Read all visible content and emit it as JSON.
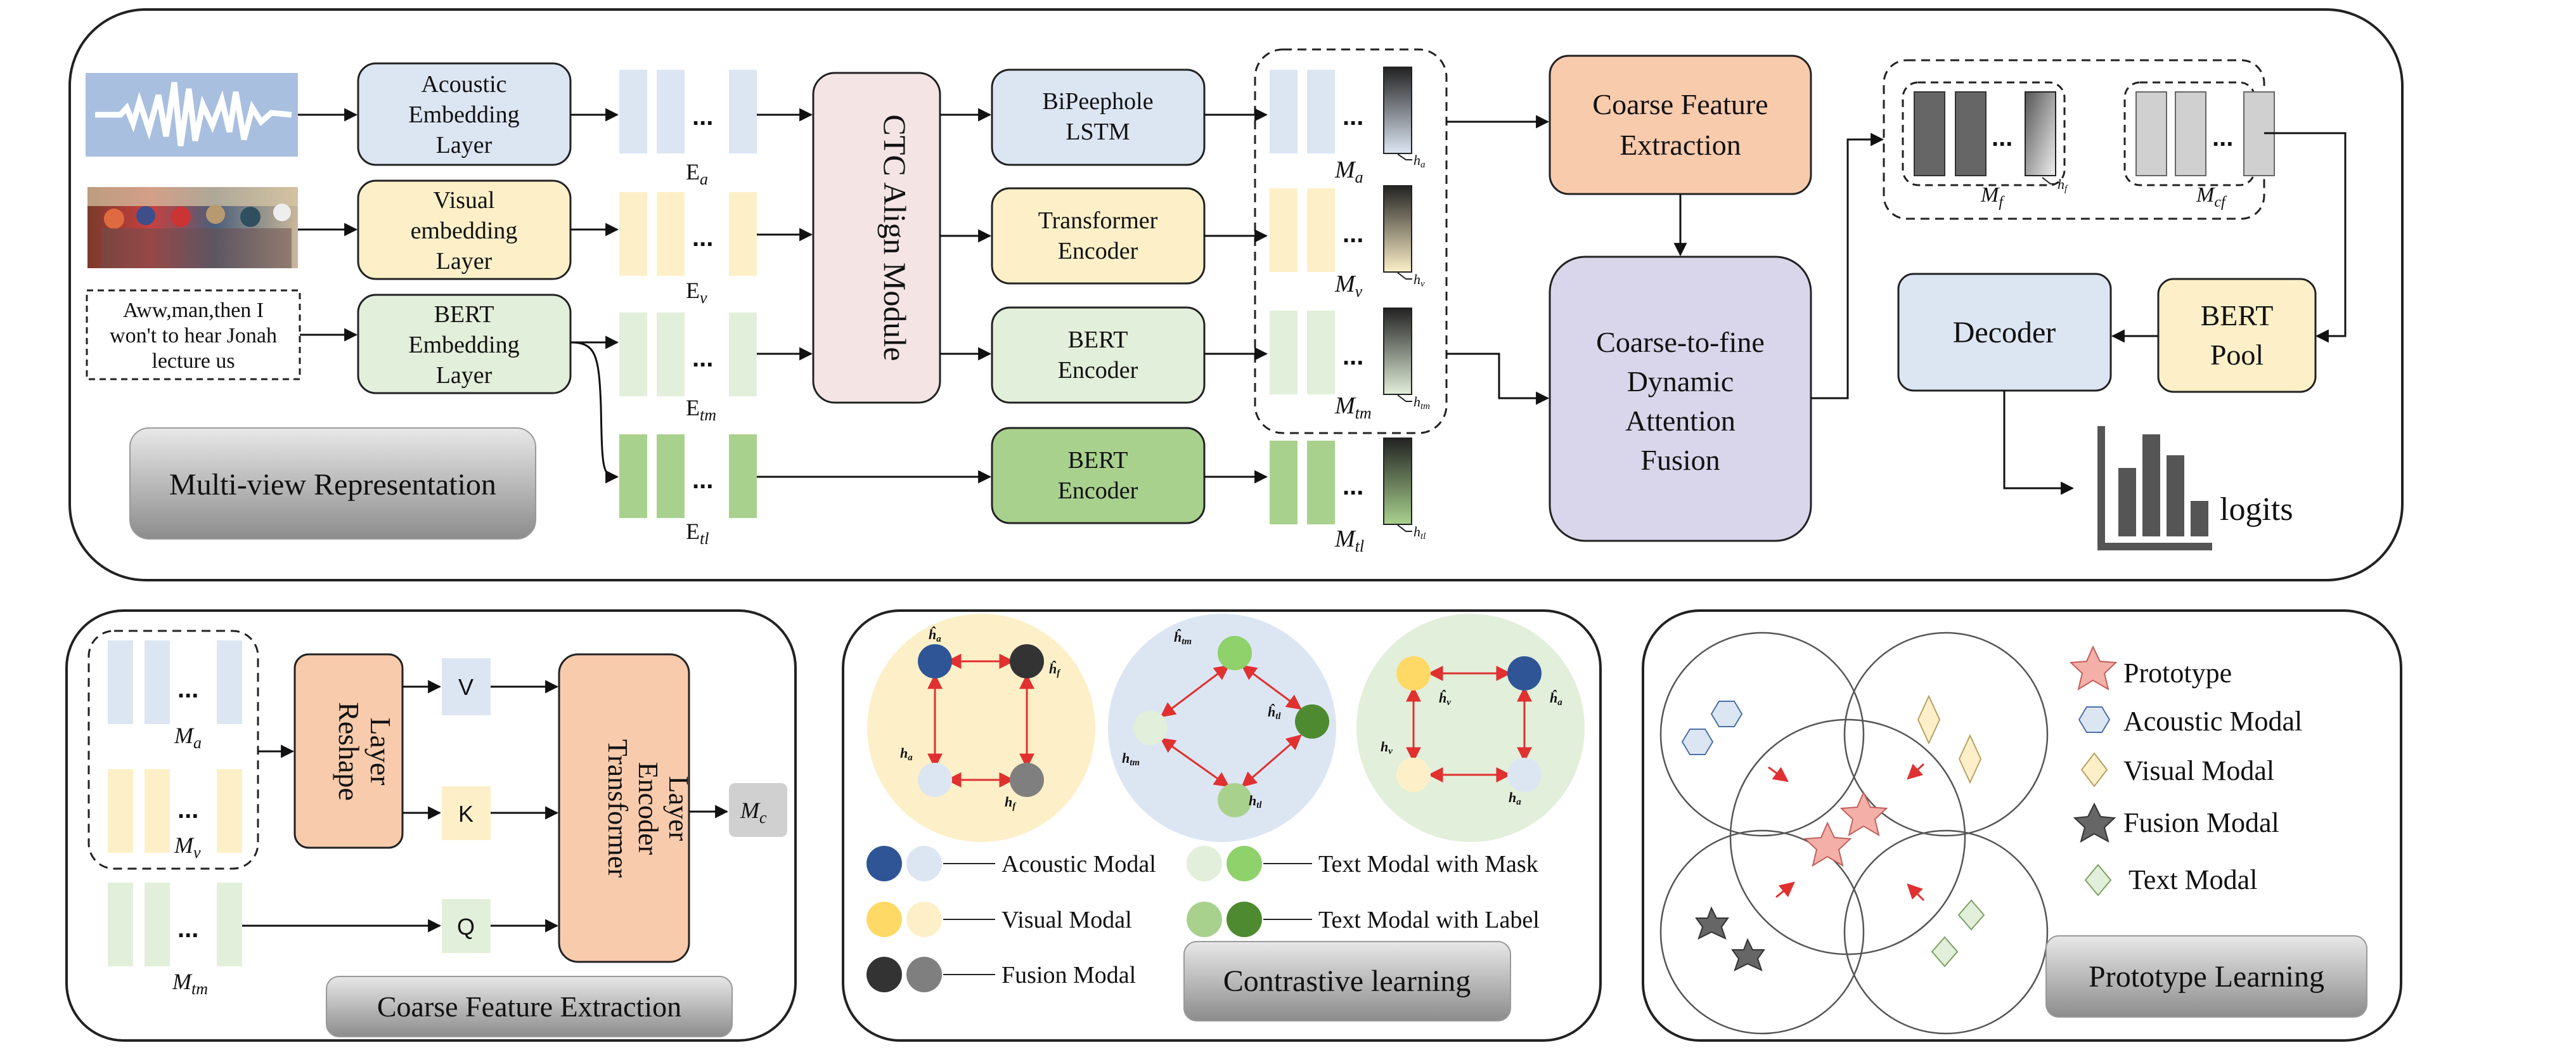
{
  "panels": {
    "top": {
      "input_text": [
        "Aww,man,then I",
        "won't to hear Jonah",
        "lecture us"
      ],
      "acoustic_embedding": [
        "Acoustic",
        "Embedding",
        "Layer"
      ],
      "visual_embedding": [
        "Visual",
        "embedding",
        "Layer"
      ],
      "bert_embedding": [
        "BERT",
        "Embedding",
        "Layer"
      ],
      "e_labels": {
        "a": "a",
        "v": "v",
        "tm": "tm",
        "tl": "tl",
        "base": "E"
      },
      "ctc": "CTC Align Module",
      "bipeephole": [
        "BiPeephole",
        "LSTM"
      ],
      "transformer_encoder": [
        "Transformer",
        "Encoder"
      ],
      "bert_encoder": [
        "BERT",
        "Encoder"
      ],
      "m_labels": {
        "base": "M",
        "a": "a",
        "v": "v",
        "tm": "tm",
        "tl": "tl",
        "f": "f",
        "cf": "cf"
      },
      "h_labels": {
        "a": "a",
        "v": "v",
        "tm": "tm",
        "tl": "tl",
        "f": "f"
      },
      "coarse_feature": [
        "Coarse Feature",
        "Extraction"
      ],
      "coarse_to_fine": [
        "Coarse-to-fine",
        "Dynamic",
        "Attention",
        "Fusion"
      ],
      "decoder": "Decoder",
      "bert_pool": [
        "BERT",
        "Pool"
      ],
      "logits": "logits",
      "multiview": "Multi-view Representation",
      "dots": "..."
    },
    "coarse": {
      "reshape": [
        "Reshape",
        "Layer"
      ],
      "v": "V",
      "k": "K",
      "q": "Q",
      "encoder": [
        "Transformer",
        "Encoder",
        "Layer"
      ],
      "mc_base": "M",
      "mc_sub": "c",
      "title": "Coarse Feature Extraction"
    },
    "contrastive": {
      "legend": [
        "Acoustic Modal",
        "Visual Modal",
        "Fusion Modal",
        "Text Modal with Mask",
        "Text Modal with Label"
      ],
      "title": "Contrastive learning",
      "h_a": "a",
      "h_f": "f",
      "h_v": "v",
      "h_tm": "tm",
      "h_tl": "tl"
    },
    "prototype": {
      "legend": [
        "Prototype",
        "Acoustic Modal",
        "Visual Modal",
        "Fusion Modal",
        "Text Modal"
      ],
      "title": "Prototype Learning"
    }
  },
  "colors": {
    "acoustic_fill": "#dce6f3",
    "visual_fill": "#fdf0c8",
    "text_fill": "#e2efda",
    "text_label_fill": "#a9d18e",
    "ctc_fill": "#f4e4e4",
    "coarse_fill": "#f8cbad",
    "fusion_fill": "#d9d5ea",
    "arrow_red": "#e03030",
    "acoustic_dark": "#2f5597",
    "visual_dark": "#ffd966",
    "fusion_dark": "#333333",
    "text_dark": "#5a8a3a"
  }
}
